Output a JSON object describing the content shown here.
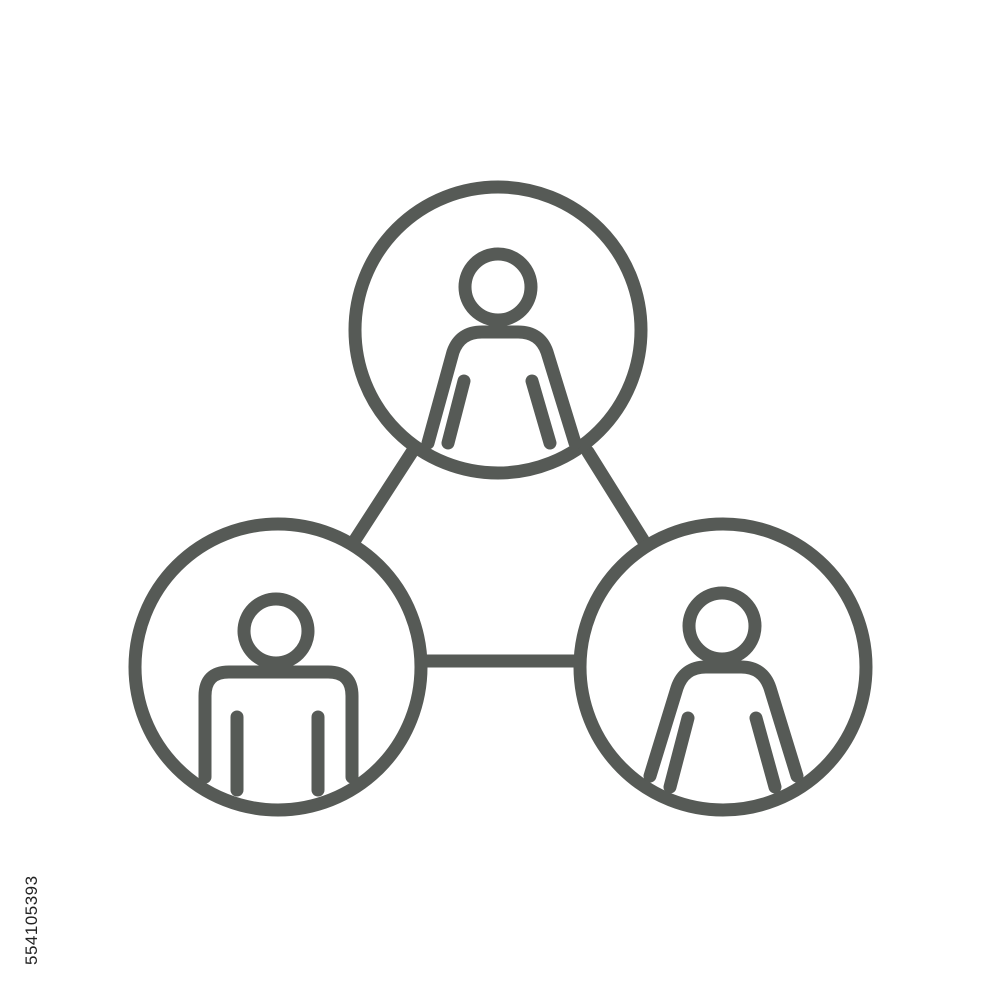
{
  "illustration": {
    "icon_name": "people-network-icon",
    "stroke_color": "#565a56",
    "background_color": "#ffffff",
    "people": [
      {
        "name": "top-person"
      },
      {
        "name": "left-person"
      },
      {
        "name": "right-person"
      }
    ]
  },
  "watermark": {
    "id_text": "554105393"
  }
}
